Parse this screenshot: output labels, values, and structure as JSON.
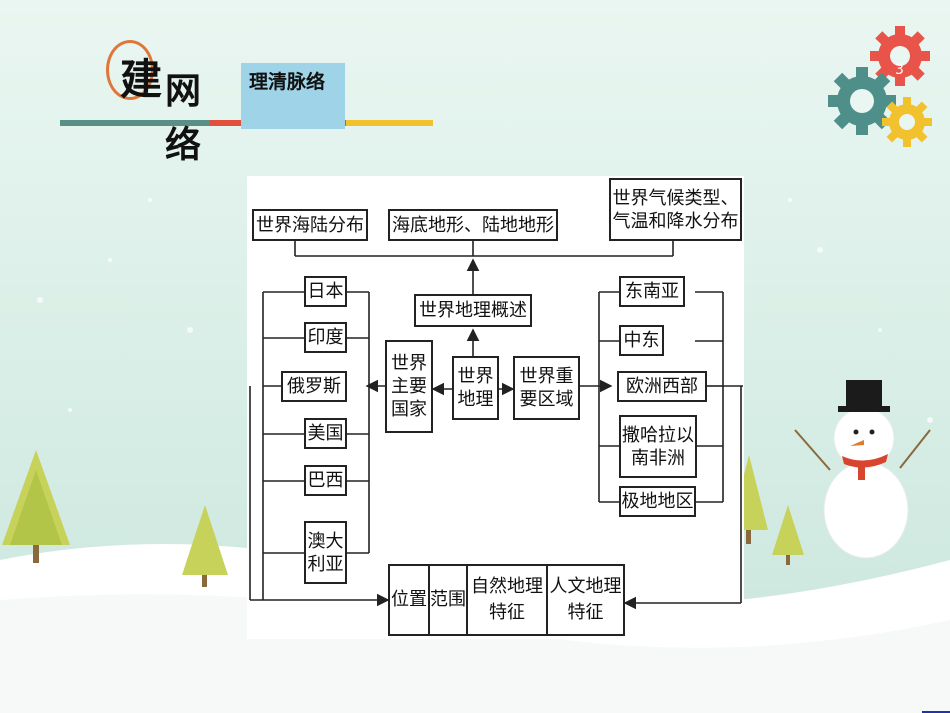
{
  "header": {
    "title_chars": [
      "建",
      "网",
      "络"
    ],
    "tag_label": "理清脉络",
    "page_number": "3"
  },
  "colors": {
    "accent_orange": "#e0773a",
    "bar_teal": "#5a8f86",
    "bar_red": "#e0503c",
    "bar_yellow": "#f2c12e",
    "tag_blue": "#9fd4e8",
    "gear_red": "#e8534a",
    "gear_teal": "#4e8f8a",
    "gear_yellow": "#f2c12e"
  },
  "diagram": {
    "top_boxes": {
      "distribution": "世界海陆分布",
      "terrain": "海底地形、陆地地形",
      "climate": "世界气候类型、气温和降水分布"
    },
    "overview": "世界地理概述",
    "center": "世界地理",
    "countries_hub": "世界主要国家",
    "regions_hub": "世界重要区域",
    "countries": [
      "日本",
      "印度",
      "俄罗斯",
      "美国",
      "巴西",
      "澳大利亚"
    ],
    "regions": [
      "东南亚",
      "中东",
      "欧洲西部",
      "撒哈拉以南非洲",
      "极地地区"
    ],
    "features": [
      "位置",
      "范围",
      "自然地理特征",
      "人文地理特征"
    ]
  }
}
